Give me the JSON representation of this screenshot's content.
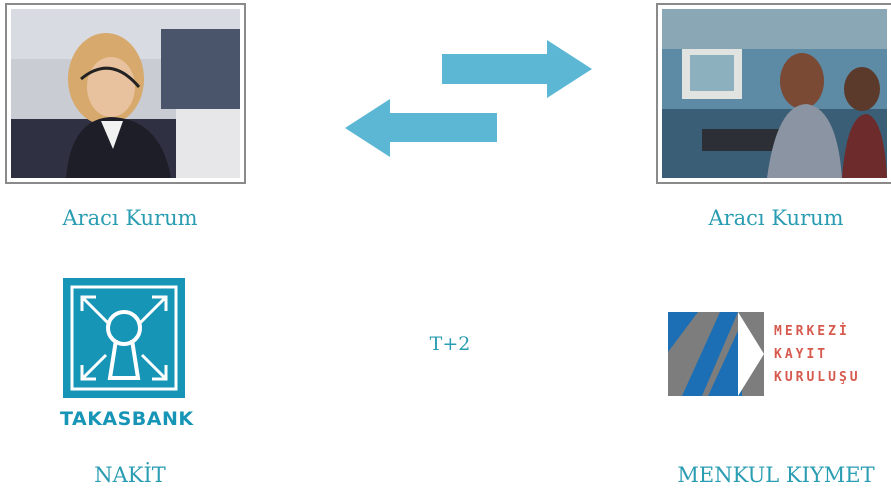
{
  "captions": {
    "left_top": "Aracı Kurum",
    "right_top": "Aracı Kurum",
    "center": "T+2",
    "left_bottom": "NAKİT",
    "right_bottom": "MENKUL KIYMET"
  },
  "logos": {
    "takasbank": "TAKASBANK",
    "mkk_line1": "MERKEZİ",
    "mkk_line2": "KAYIT",
    "mkk_line3": "KURULUŞU"
  },
  "colors": {
    "accent": "#2a9db2",
    "arrow": "#5bb7d4",
    "takasbank": "#1795b6",
    "mkk_red": "#d65a4e",
    "mkk_blue": "#1c6fb4",
    "mkk_gray": "#7d7d7d"
  },
  "icons": {
    "arrow_right": "arrow-right-icon",
    "arrow_left": "arrow-left-icon",
    "takasbank_logo": "keyhole-logo-icon",
    "mkk_logo": "mkk-logo-icon"
  }
}
